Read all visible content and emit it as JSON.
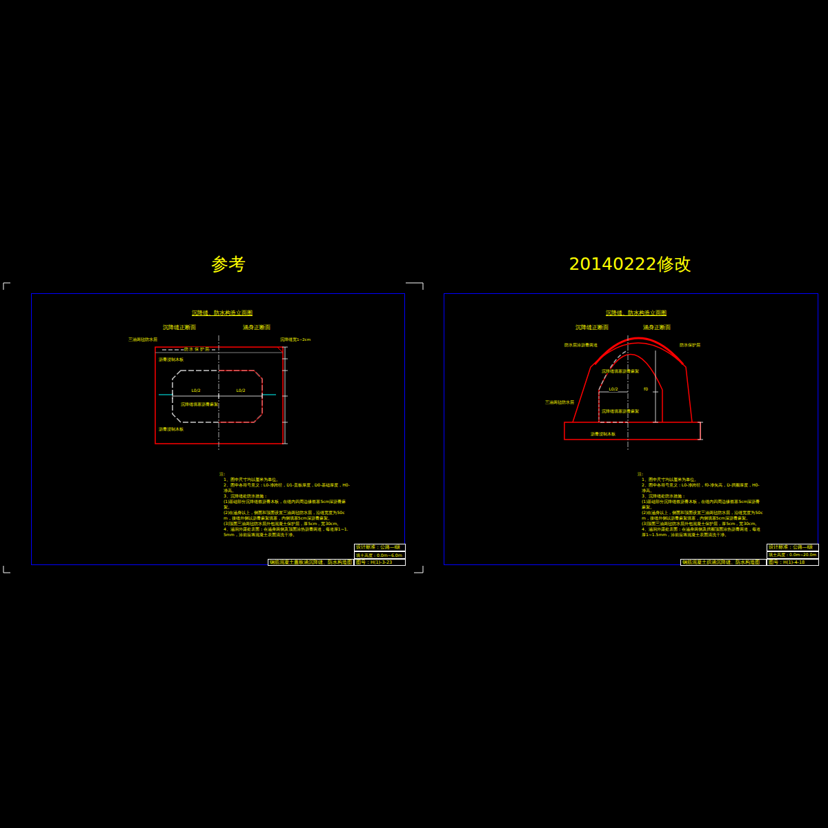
{
  "diagram": {
    "nodes": [
      {
        "text": [
          "参考"
        ]
      },
      {
        "text": [
          "钢筋混凝土盖板涵沉降缝、防水构造图"
        ],
        "in": 0
      },
      {
        "text": [
          "设计标准：公路—I级"
        ],
        "in": 0
      },
      {
        "text": [
          "填土高度：0.0m~6.0m"
        ],
        "in": 0
      },
      {
        "text": [
          "图号：H(1)-3-23"
        ],
        "in": 0
      },
      {
        "text": [
          "20140222修改"
        ]
      },
      {
        "text": [
          "钢筋混凝土拱涵沉降缝、防水构造图"
        ],
        "in": 5
      },
      {
        "text": [
          "设计标准：公路—I级"
        ],
        "in": 5
      },
      {
        "text": [
          "填土高度：0.0m~20.0m"
        ],
        "in": 5
      },
      {
        "text": [
          "图号：H(1)-4-18"
        ],
        "in": 5
      }
    ],
    "labels": [
      "沉降缝、防水构造立面图",
      "沉降缝正断面",
      "涵身正断面",
      "三油两毡防水层",
      "防 水 保 护 层",
      "沉降缝宽1~2cm",
      "沥青浸制木板",
      "L0/2",
      "L0/2",
      "沉降缝填塞沥青麻絮",
      "沥青浸制木板",
      "注:",
      "1、图中尺寸均以厘米为单位。",
      "2、图中各符号意义：L0-净跨径，D1-盖板厚度，D0-基础厚度，H0-净高。",
      "3、沉降缝处防水措施：",
      "(1)基础部分沉降缝嵌沥青木板，在缝内四周边缘嵌塞5cm深沥青麻絮。",
      "(2)在涵身以上，侧面和顶面设置三油两毡防水层，沿缝宽度为50cm，接缝外侧以沥青麻絮填塞，内侧填塞5cm深沥青麻絮。",
      "(3)顶面三油两毡防水层外包混凝土保护层，厚5cm，宽30cm。",
      "4、涵洞外露处表面：在涵身两侧及顶面涂热沥青两道，每道厚1~1.5mm，涂前应将混凝土表面清洗干净。",
      "沉降缝、防水构造立面图",
      "沉降缝正断面",
      "涵身正断面",
      "防水层涂沥青两道",
      "防水保护层",
      "L0/2",
      "f0",
      "沉降缝填塞沥青麻絮",
      "三油两毡防水层",
      "沉降缝填塞沥青麻絮",
      "沥青浸制木板",
      "注:",
      "1、图中尺寸均以厘米为单位。",
      "2、图中各符号意义：L0-净跨径，f0-净矢高，D-拱圈厚度，H0-净高。",
      "3、沉降缝处防水措施：",
      "(1)基础部分沉降缝嵌沥青木板，在缝内四周边缘嵌塞5cm深沥青麻絮。",
      "(2)在涵身以上，侧面和顶面设置三油两毡防水层，沿缝宽度为50cm，接缝外侧以沥青麻絮填塞，内侧填塞5cm深沥青麻絮。",
      "(3)顶面三油两毡防水层外包混凝土保护层，厚5cm，宽30cm。",
      "4、涵洞外露处表面：在涵身两侧及拱圈顶面涂热沥青两道，每道厚1~1.5mm，涂前应将混凝土表面清洗干净。"
    ]
  }
}
